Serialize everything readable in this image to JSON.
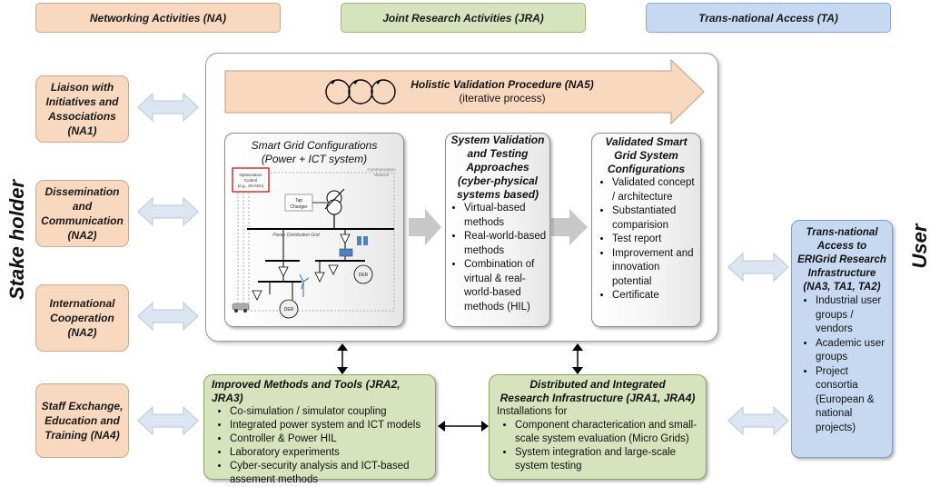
{
  "headers": {
    "na": "Networking Activities (NA)",
    "jra": "Joint Research Activities (JRA)",
    "ta": "Trans-national Access (TA)"
  },
  "side_labels": {
    "left": "Stake holder",
    "right": "User"
  },
  "stakeholders": [
    "Liaison with Initiatives and Associations (NA1)",
    "Dissemination and Communication (NA2)",
    "International Cooperation (NA2)",
    "Staff Exchange, Education and Training (NA4)"
  ],
  "holistic": {
    "title": "Holistic Validation Procedure (NA5)",
    "subtitle": "(iterative process)"
  },
  "sg_config": {
    "title_line1": "Smart Grid Configurations",
    "title_line2": "(Power + ICT system)",
    "diagram": {
      "control_line1": "Optimization",
      "control_line2": "Control",
      "control_line3": "(e.g., SCADA)",
      "comm_network_line1": "Communication",
      "comm_network_line2": "Network",
      "tap_changer_line1": "Tap",
      "tap_changer_line2": "Changer",
      "distribution_grid": "Power Distribution Grid",
      "der_1": "DER",
      "der_2": "DER"
    }
  },
  "validation_approaches": {
    "title": "System Validation and Testing Approaches (cyber-physical systems based)",
    "items": [
      "Virtual-based methods",
      "Real-world-based methods",
      "Combination of virtual & real-world-based methods (HIL)"
    ]
  },
  "validated_configs": {
    "title": "Validated Smart Grid System Configurations",
    "items": [
      "Validated concept / architecture",
      "Substantiated comparision",
      "Test report",
      "Improvement and innovation potential",
      "Certificate"
    ]
  },
  "improved_methods": {
    "title": "Improved Methods and Tools (JRA2, JRA3)",
    "items": [
      "Co-simulation / simulator coupling",
      "Integrated power system and ICT models",
      "Controller & Power HIL",
      "Laboratory experiments",
      "Cyber-security analysis and ICT-based assement methods"
    ]
  },
  "distributed_infra": {
    "title_line1": "Distributed and Integrated",
    "title_line2": "Research Infrastructure (JRA1, JRA4)",
    "intro": "Installations for",
    "items": [
      "Component characterication and small-scale system evaluation (Micro Grids)",
      "System integration and large-scale system testing"
    ]
  },
  "transnational": {
    "title": "Trans-national Access to ERIGrid Research Infrastructure (NA3, TA1, TA2)",
    "items": [
      "Industrial user groups / vendors",
      "Academic user groups",
      "Project consortia (European & national projects)"
    ]
  },
  "colors": {
    "orange": "#f8d8bf",
    "green": "#d6e3bc",
    "blue": "#c6d9f1",
    "arrow_fill": "#f8d8bf",
    "double_arrow": "#dce6f2",
    "flow_arrow": "#c8c8c8"
  }
}
